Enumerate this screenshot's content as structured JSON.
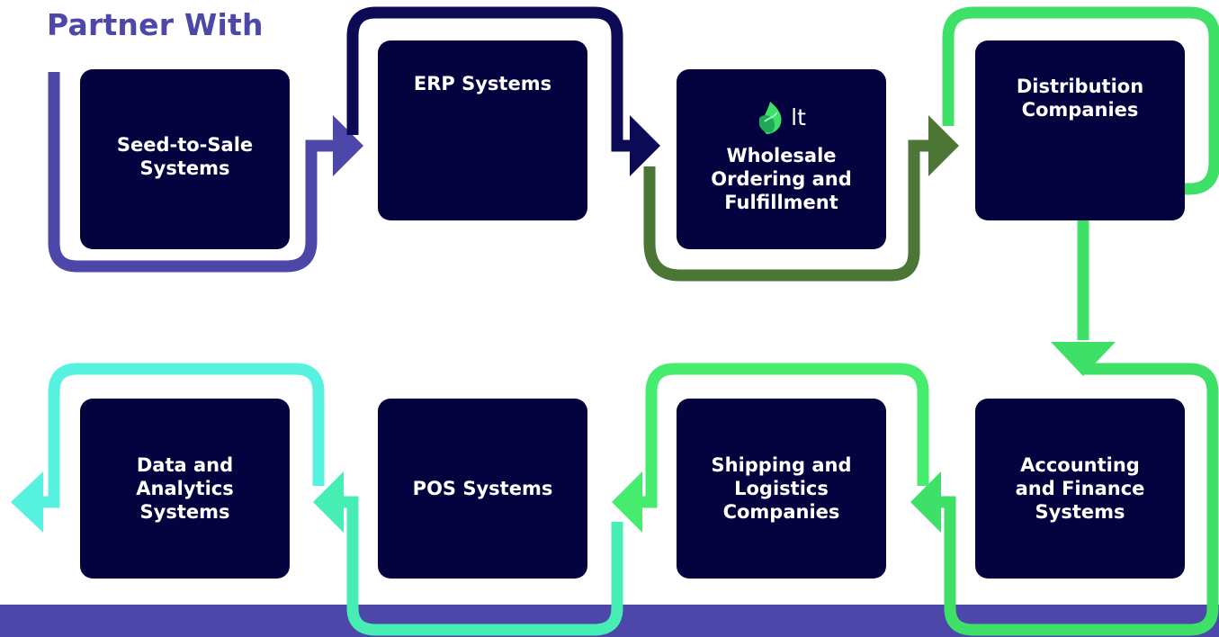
{
  "title": "Partner With",
  "colors": {
    "box": "#04033f",
    "title": "#4c47a8",
    "bottom_band": "#4c47a8",
    "purple": "#4c47a8",
    "navy": "#0c0a55",
    "olive": "#4b7636",
    "green": "#3ee068",
    "bright_green": "#46ec6e",
    "mint": "#47eeb4",
    "cyan": "#57f2df"
  },
  "boxes": [
    {
      "id": "seed-to-sale",
      "label": "Seed-to-Sale\nSystems"
    },
    {
      "id": "erp",
      "label": "ERP Systems"
    },
    {
      "id": "wholesale",
      "label": "Wholesale\nOrdering and\nFulfillment",
      "logo_text": "lt",
      "logo_icon": "leaf-logo-icon"
    },
    {
      "id": "distribution",
      "label": "Distribution\nCompanies"
    },
    {
      "id": "accounting",
      "label": "Accounting\nand Finance\nSystems"
    },
    {
      "id": "shipping",
      "label": "Shipping and\nLogistics\nCompanies"
    },
    {
      "id": "pos",
      "label": "POS Systems"
    },
    {
      "id": "data-analytics",
      "label": "Data and\nAnalytics\nSystems"
    }
  ]
}
